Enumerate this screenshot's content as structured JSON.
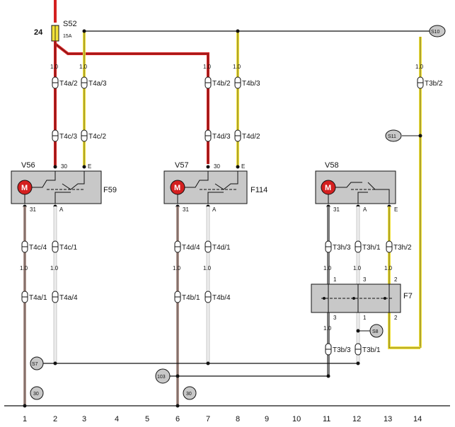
{
  "fuse": {
    "wire": "24",
    "name": "S52",
    "rating": "15A"
  },
  "splices": {
    "s10": "S10",
    "s11": "S11",
    "s7": "S7",
    "s8": "S8"
  },
  "grounds": {
    "g30a": "30",
    "g30b": "30",
    "g103": "103"
  },
  "gauges": {
    "value": "1.0"
  },
  "motors": {
    "v56": {
      "name": "V56",
      "switch": "F59",
      "t_30": "30",
      "t_e": "E",
      "t_31": "31",
      "t_a": "A",
      "motor": "M"
    },
    "v57": {
      "name": "V57",
      "switch": "F114",
      "t_30": "30",
      "t_e": "E",
      "t_31": "31",
      "t_a": "A",
      "motor": "M"
    },
    "v58": {
      "name": "V58",
      "t_31": "31",
      "t_a": "A",
      "t_e": "E",
      "motor": "M"
    }
  },
  "f7": {
    "name": "F7",
    "pins": [
      "1",
      "3",
      "2",
      "3",
      "1",
      "2"
    ]
  },
  "connectors": {
    "t4a2": "T4a/2",
    "t4a3": "T4a/3",
    "t4b2": "T4b/2",
    "t4b3": "T4b/3",
    "t3b2": "T3b/2",
    "t4c3": "T4c/3",
    "t4c2": "T4c/2",
    "t4d3": "T4d/3",
    "t4d2": "T4d/2",
    "t4c4": "T4c/4",
    "t4c1": "T4c/1",
    "t4d4": "T4d/4",
    "t4d1": "T4d/1",
    "t3h3": "T3h/3",
    "t3h1": "T3h/1",
    "t3h2": "T3h/2",
    "t4a1": "T4a/1",
    "t4a4": "T4a/4",
    "t4b1": "T4b/1",
    "t4b4": "T4b/4",
    "t3b3": "T3b/3",
    "t3b1": "T3b/1"
  },
  "current_paths": [
    "1",
    "2",
    "3",
    "4",
    "5",
    "6",
    "7",
    "8",
    "9",
    "10",
    "11",
    "12",
    "13",
    "14"
  ],
  "colors": {
    "red": "#d42020",
    "yellow": "#f2e23a",
    "brown": "#b49a92",
    "white": "#eeeeee",
    "grey": "#7a7a7a",
    "box": "#c8c8c8"
  }
}
